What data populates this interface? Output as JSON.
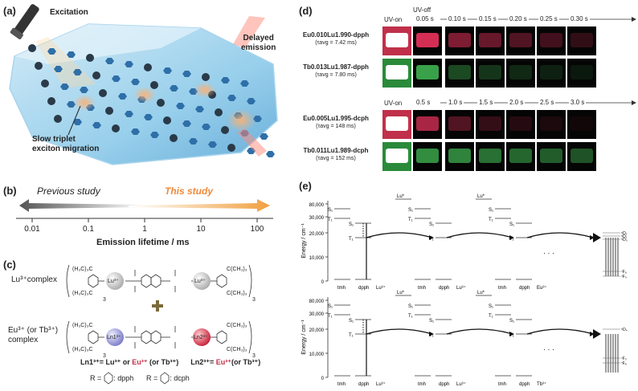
{
  "panel_a": {
    "label": "(a)",
    "excitation": "Excitation",
    "delayed_emission_l1": "Delayed",
    "delayed_emission_l2": "emission",
    "migration_l1": "Slow triplet",
    "migration_l2": "exciton migration"
  },
  "panel_b": {
    "label": "(b)",
    "previous": "Previous study",
    "this": "This study",
    "ticks": [
      "0.01",
      "0.1",
      "1",
      "10",
      "100"
    ],
    "axis_title": "Emission lifetime / ms"
  },
  "panel_c": {
    "label": "(c)",
    "lu_complex": "Lu³⁺complex",
    "eu_complex_l1": "Eu³⁺ (or Tb³⁺)",
    "eu_complex_l2": "complex",
    "ln1_def_a": "Ln1³⁺= Lu³⁺ or ",
    "ln1_def_b": "Eu³⁺",
    "ln1_def_c": " (or Tb³⁺)",
    "ln2_def_a": "Ln2³⁺= ",
    "ln2_def_b": "Eu³⁺",
    "ln2_def_c": "(or Tb³⁺)",
    "r_dpph": "R =      : dpph",
    "r_dcph": "R =      : dcph",
    "lu_ion": "Lu³⁺",
    "ln1_ion": "Ln1³⁺",
    "ln2_ion": "Ln2³⁺",
    "tbu": "(H₃C)₃C",
    "tbu_r": "C(CH₃)₃",
    "sub3": "3"
  },
  "panel_d": {
    "label": "(d)",
    "uv_on": "UV-on",
    "uv_off": "UV-off",
    "times_top": [
      "0.05 s",
      "0.10 s",
      "0.15 s",
      "0.20 s",
      "0.25 s",
      "0.30 s"
    ],
    "times_bottom": [
      "0.5 s",
      "1.0 s",
      "1.5 s",
      "2.0 s",
      "2.5 s",
      "3.0 s"
    ],
    "rows": [
      {
        "name": "Eu0.010Lu1.990-dpph",
        "tau": "(τavg = 7.42 ms)"
      },
      {
        "name": "Tb0.013Lu1.987-dpph",
        "tau": "(τavg = 7.80 ms)"
      },
      {
        "name": "Eu0.005Lu1.995-dcph",
        "tau": "(τavg = 148 ms)"
      },
      {
        "name": "Tb0.011Lu1.989-dcph",
        "tau": "(τavg = 152 ms)"
      }
    ],
    "intensity_top_eu": [
      1.0,
      0.95,
      0.55,
      0.45,
      0.35,
      0.28,
      0.2
    ],
    "intensity_top_tb": [
      1.0,
      0.8,
      0.35,
      0.25,
      0.18,
      0.14,
      0.1
    ],
    "intensity_bottom_eu": [
      1.0,
      0.75,
      0.35,
      0.22,
      0.15,
      0.1,
      0.06
    ],
    "intensity_bottom_tb": [
      1.0,
      0.7,
      0.65,
      0.55,
      0.5,
      0.45,
      0.4
    ],
    "color_eu": "#e0305a",
    "color_tb": "#46c85a"
  },
  "panel_e": {
    "label": "(e)",
    "ylabel": "Energy / cm⁻¹",
    "yticks": [
      "0",
      "10,000",
      "20,000",
      "30,000",
      "80,000"
    ],
    "levels": {
      "s1": "S₁",
      "t1": "T₁",
      "s0": "S₀",
      "lu_star": "Lu*"
    },
    "x_top": [
      "tmh",
      "dpph",
      "Lu³⁺",
      "Lu",
      "S₀",
      "tmh",
      "dpph",
      "Lu³⁺",
      "tmh",
      "dpph",
      "Eu³⁺"
    ],
    "x_bottom": [
      "tmh",
      "dpph",
      "Lu³⁺",
      "Lu",
      "S₀",
      "tmh",
      "dpph",
      "Lu³⁺",
      "tmh",
      "dpph",
      "Tb³⁺"
    ],
    "eu_levels": [
      "⁵D₂",
      "⁵D₁",
      "⁵D₀",
      "⁷F₆",
      "⁷F₀"
    ],
    "tb_levels": [
      "⁵D₄",
      "⁷F₀",
      "⁷F₆"
    ],
    "ellipsis": "· · ·"
  }
}
